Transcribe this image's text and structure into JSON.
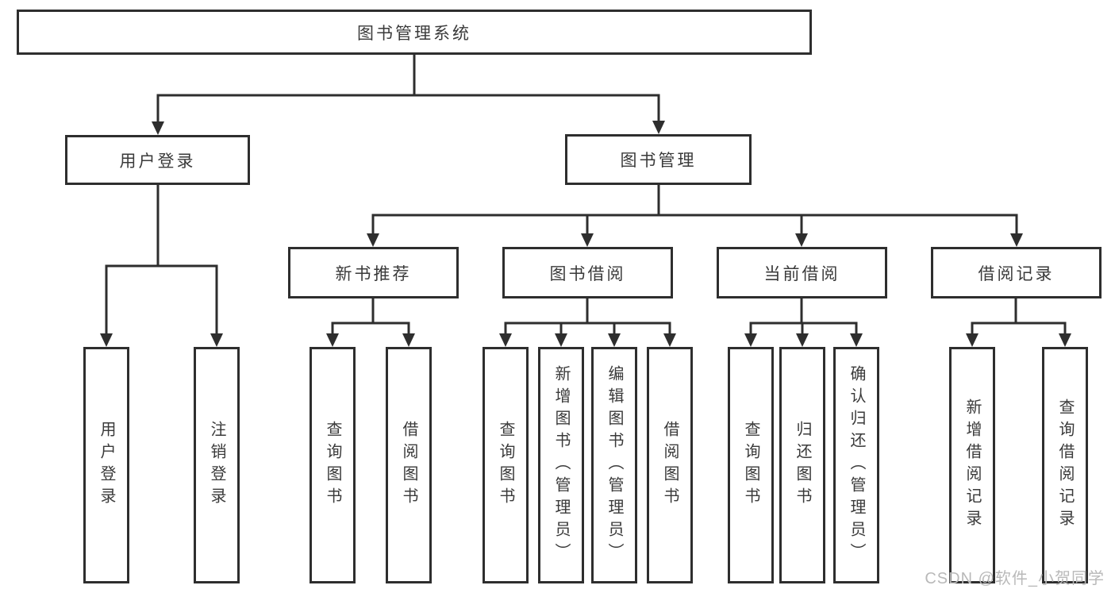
{
  "diagram": {
    "title": "图书管理系统",
    "tree": {
      "root": {
        "label": "图书管理系统",
        "children": [
          {
            "label": "用户登录",
            "children": [
              {
                "label": "用户登录"
              },
              {
                "label": "注销登录"
              }
            ]
          },
          {
            "label": "图书管理",
            "children": [
              {
                "label": "新书推荐",
                "children": [
                  {
                    "label": "查询图书"
                  },
                  {
                    "label": "借阅图书"
                  }
                ]
              },
              {
                "label": "图书借阅",
                "children": [
                  {
                    "label": "查询图书"
                  },
                  {
                    "label": "新增图书（管理员）"
                  },
                  {
                    "label": "编辑图书（管理员）"
                  },
                  {
                    "label": "借阅图书"
                  }
                ]
              },
              {
                "label": "当前借阅",
                "children": [
                  {
                    "label": "查询图书"
                  },
                  {
                    "label": "归还图书"
                  },
                  {
                    "label": "确认归还（管理员）"
                  }
                ]
              },
              {
                "label": "借阅记录",
                "children": [
                  {
                    "label": "新增借阅记录"
                  },
                  {
                    "label": "查询借阅记录"
                  }
                ]
              }
            ]
          }
        ]
      }
    },
    "colors": {
      "line": "#2e2e2e",
      "text": "#3a3a3a",
      "background": "#ffffff",
      "watermark": "#b9b9b9"
    }
  },
  "watermark": {
    "text": "CSDN @软件_小贺同学"
  }
}
